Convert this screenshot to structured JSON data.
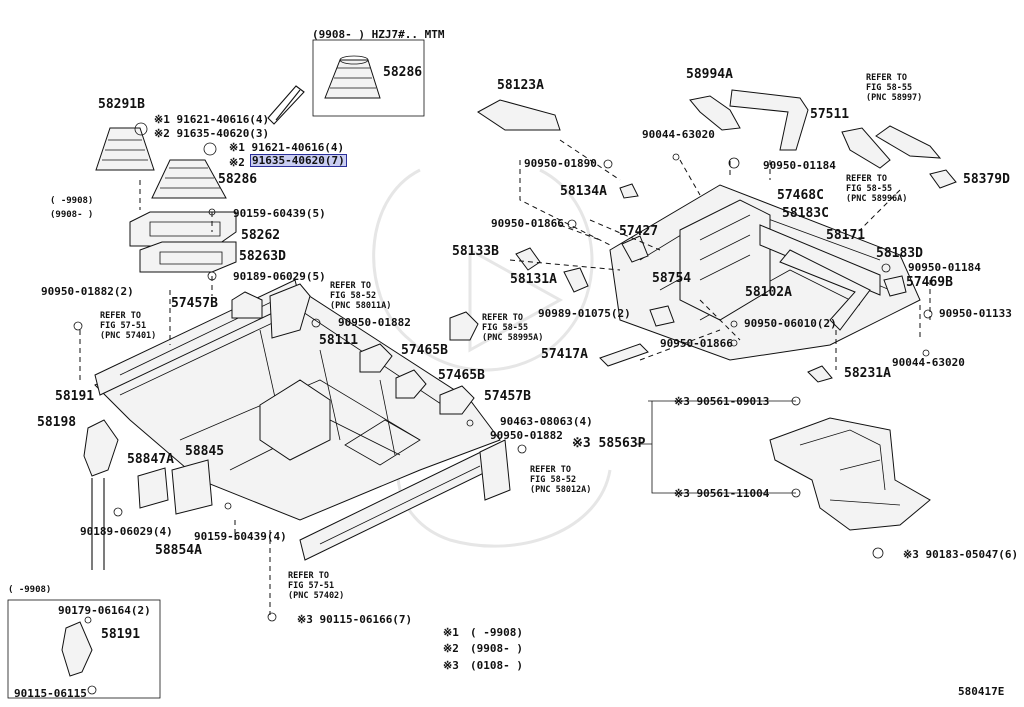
{
  "figure_code": "580417E",
  "top_note": "(9908-      ) HZJ7#.. MTM",
  "date_notes": {
    "a": "(      -9908)",
    "b": "(9908-      )",
    "c": "(      -9908)"
  },
  "parts": {
    "p58286a": "58286",
    "p58291b": "58291B",
    "p58286b": "58286",
    "p58262": "58262",
    "p58263d": "58263D",
    "p57457b_a": "57457B",
    "p58111": "58111",
    "p57465b_a": "57465B",
    "p57465b_b": "57465B",
    "p57457b_b": "57457B",
    "p58191a": "58191",
    "p58198": "58198",
    "p58847a": "58847A",
    "p58845": "58845",
    "p58854a": "58854A",
    "p58191b": "58191",
    "p58123a": "58123A",
    "p58994a": "58994A",
    "p57511": "57511",
    "p58379d": "58379D",
    "p58134a": "58134A",
    "p57468c": "57468C",
    "p58183c": "58183C",
    "p57427": "57427",
    "p58171": "58171",
    "p58133b": "58133B",
    "p58183d": "58183D",
    "p58131a": "58131A",
    "p58754": "58754",
    "p58102a": "58102A",
    "p57469b": "57469B",
    "p57417a": "57417A",
    "p58231a": "58231A",
    "p58563p": "※3 58563P"
  },
  "fasteners": {
    "f1": "※1 91621-40616(4)",
    "f2": "※2 91635-40620(3)",
    "f3": "※1 91621-40616(4)",
    "f4_mark": "※2",
    "f4": "91635-40620(7)",
    "f5": "90159-60439(5)",
    "f6": "90189-06029(5)",
    "f7": "90950-01882(2)",
    "f8": "90950-01882",
    "f9": "90463-08063(4)",
    "f10": "90950-01882",
    "f11": "90189-06029(4)",
    "f12": "90159-60439(4)",
    "f13": "※3 90115-06166(7)",
    "f14": "90179-06164(2)",
    "f15": "90115-06115",
    "f16": "90044-63020",
    "f17": "90950-01890",
    "f18": "90950-01184",
    "f19": "90950-01866",
    "f20": "90950-01184",
    "f21": "90989-01075(2)",
    "f22": "90950-01133",
    "f23": "90950-06010(2)",
    "f24": "90950-01866",
    "f25": "90044-63020",
    "f26": "※3 90561-09013",
    "f27": "※3 90561-11004",
    "f28": "※3 90183-05047(6)"
  },
  "refs": {
    "r1": [
      "REFER TO",
      "FIG 57-51",
      "(PNC 57401)"
    ],
    "r2": [
      "REFER TO",
      "FIG 58-52",
      "(PNC 58011A)"
    ],
    "r3": [
      "REFER TO",
      "FIG 58-55",
      "(PNC 58995A)"
    ],
    "r4": [
      "REFER TO",
      "FIG 58-52",
      "(PNC 58012A)"
    ],
    "r5": [
      "REFER TO",
      "FIG 57-51",
      "(PNC 57402)"
    ],
    "r6": [
      "REFER TO",
      "FIG 58-55",
      "(PNC 58997)"
    ],
    "r7": [
      "REFER TO",
      "FIG 58-55",
      "(PNC 58996A)"
    ]
  },
  "legend": [
    {
      "mark": "※1",
      "text": "(      -9908)"
    },
    {
      "mark": "※2",
      "text": "(9908-      )"
    },
    {
      "mark": "※3",
      "text": "(0108-      )"
    }
  ],
  "colors": {
    "highlight": "#c9cdf1",
    "highlight_border": "#2a2f9a"
  }
}
